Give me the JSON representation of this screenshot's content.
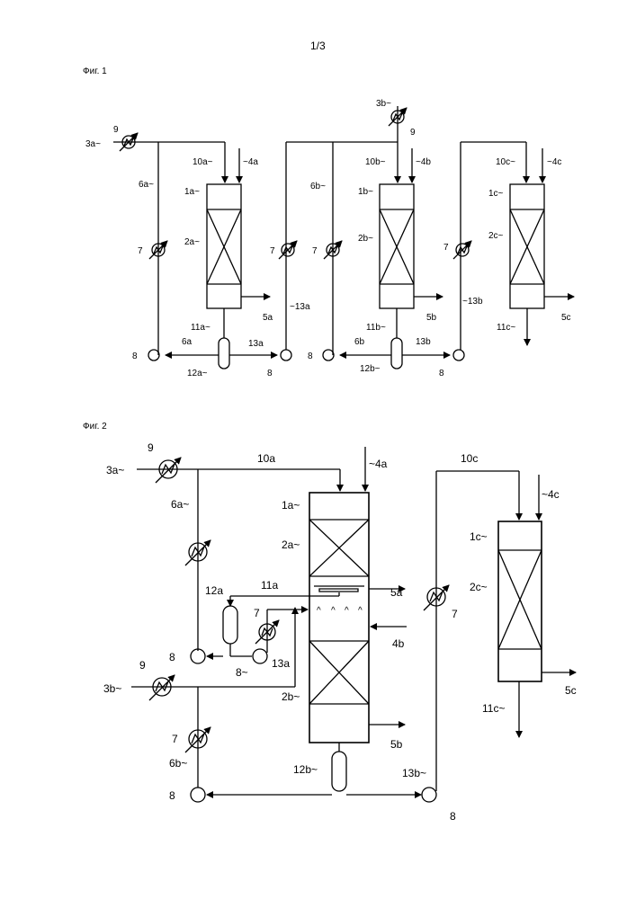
{
  "page_number": "1/3",
  "fig1": {
    "title": "Фиг. 1",
    "labels": {
      "l3a": "3a~",
      "l9a": "9",
      "l6a": "6a~",
      "l7a": "7",
      "l10a": "10a~",
      "l4a": "~4a",
      "l1a": "1a~",
      "l2a": "2a~",
      "l5a": "5a",
      "l11a": "11a~",
      "l13a_up": "~13a",
      "l6a_bot": "6a",
      "l13a_bot": "13a",
      "l8a_left": "8",
      "l12a": "12a~",
      "l8a_right": "8",
      "l3b": "3b~",
      "l9b": "9",
      "l6b": "6b~",
      "l7b_left": "7",
      "l7b_right": "7",
      "l10b": "10b~",
      "l4b": "~4b",
      "l1b": "1b~",
      "l2b": "2b~",
      "l5b": "5b",
      "l11b": "11b~",
      "l13b_up": "~13b",
      "l6b_bot": "6b",
      "l13b_bot": "13b",
      "l8b_left": "8",
      "l12b": "12b~",
      "l8b_right": "8",
      "l10c": "10c~",
      "l4c": "~4c",
      "l1c": "1c~",
      "l2c": "2c~",
      "l5c": "5c",
      "l11c": "11c~",
      "l7a_right": "7"
    }
  },
  "fig2": {
    "title": "Фиг. 2",
    "labels": {
      "l9a": "9",
      "l3a": "3a~",
      "l10a": "10a",
      "l4a": "~4a",
      "l6a": "6a~",
      "l1a": "1a~",
      "l2a": "2a~",
      "l11a": "11a",
      "l12a": "12a",
      "l5a": "5a",
      "l7_mid": "7",
      "l4b": "4b",
      "l8_top": "8",
      "l8_mid": "8~",
      "l13a": "13a",
      "l9b": "9",
      "l3b": "3b~",
      "l2b": "2b~",
      "l7_left": "7",
      "l6b": "6b~",
      "l5b": "5b",
      "l12b": "12b~",
      "l8_bot": "8",
      "l13b": "13b~",
      "l8_bot_right": "8",
      "l10c": "10c",
      "l4c": "~4c",
      "l1c": "1c~",
      "l2c": "2c~",
      "l7_right": "7",
      "l5c": "5c",
      "l11c": "11c~"
    }
  }
}
